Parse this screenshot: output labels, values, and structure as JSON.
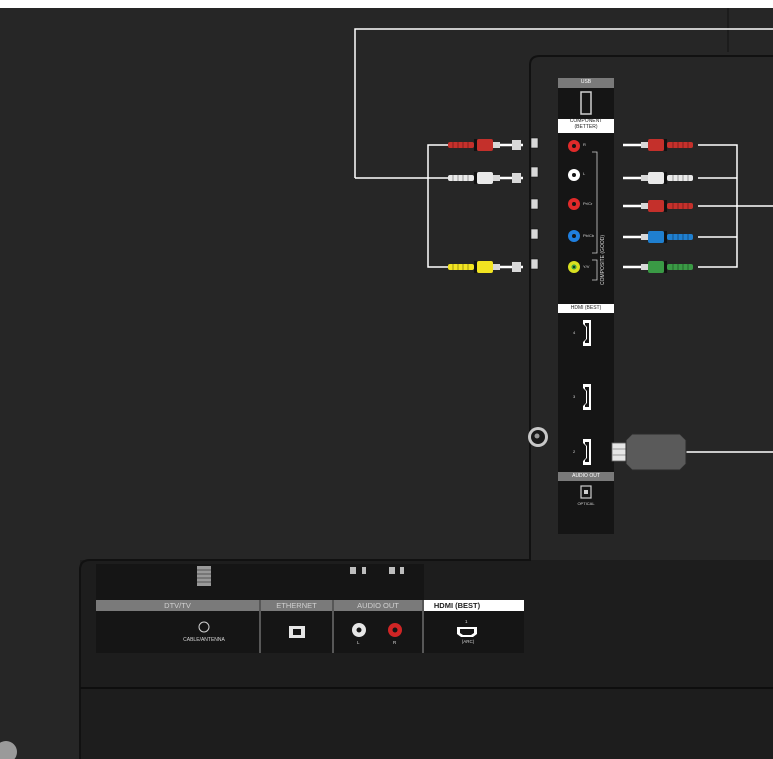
{
  "side_panel": {
    "usb_label": "USB",
    "component_label_line1": "COMPONENT",
    "component_label_line2": "(BETTER)",
    "composite_label": "COMPOSITE (GOOD)",
    "jack_labels": [
      "R",
      "L",
      "Pr/Cr",
      "Pb/Cb",
      "Y/V"
    ],
    "hdmi_label": "HDMI (BEST)",
    "hdmi_ports": [
      "4",
      "3",
      "2"
    ],
    "audio_out_label": "AUDIO OUT",
    "optical_label": "OPTICAL"
  },
  "bottom_panel": {
    "sections": [
      {
        "label": "DTV/TV",
        "sub": "CABLE/ANTENNA"
      },
      {
        "label": "ETHERNET",
        "sub": ""
      },
      {
        "label": "AUDIO OUT",
        "sub": ""
      },
      {
        "label": "HDMI (BEST)",
        "sub": "(ARC)"
      }
    ],
    "audio_channels": [
      "L",
      "R"
    ],
    "hdmi_port_number": "1"
  },
  "colors": {
    "tv_body": "#262626",
    "panel": "#151515",
    "rca_red": "#c4302b",
    "rca_white": "#e9e9e9",
    "rca_yellow": "#f2e421",
    "rca_blue": "#1f7fcf",
    "rca_green": "#3a9a45",
    "hdmi_cable": "#5a5a5a",
    "cable_line": "#ffffff"
  }
}
